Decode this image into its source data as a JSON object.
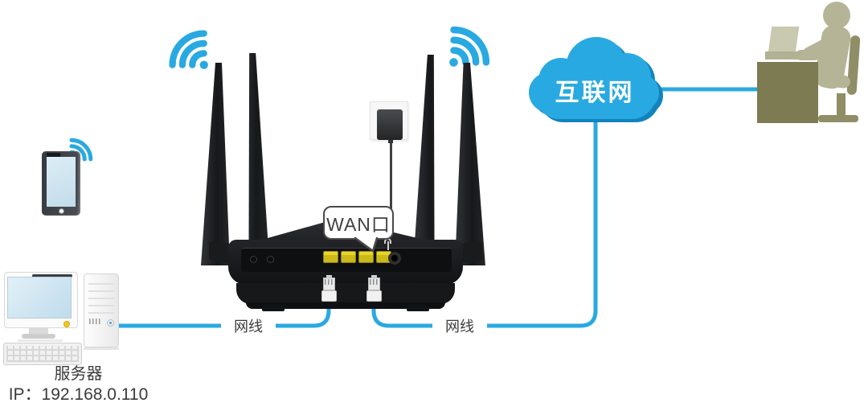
{
  "diagram": {
    "title_none_shown": "",
    "cloud": {
      "label": "互联网",
      "color": "#29a9e1",
      "shadow_color": "#1283bc"
    },
    "callout": {
      "label": "WAN口",
      "border_color": "#4a4a4c",
      "text_color": "#414042"
    },
    "cables": {
      "left_label": "网线",
      "right_label": "网线",
      "color": "#29a9e1"
    },
    "server": {
      "name_label": "服务器",
      "ip_label": "IP：192.168.0.110"
    },
    "colors": {
      "accent_blue": "#29a9e1",
      "router_black": "#1b1c1f",
      "port_yellow": "#cbb91a",
      "person_olive": "#b5b496",
      "desk_olive": "#7c7b52",
      "text_dark": "#3b3b3b",
      "background": "#ffffff"
    },
    "icons": {
      "tablet_wifi": "wifi-signal-icon",
      "router_wifi_left": "wifi-signal-icon",
      "router_wifi_right": "wifi-signal-icon",
      "cloud": "cloud-icon",
      "person_at_desk": "person-at-desk-icon",
      "tablet": "tablet-icon",
      "router": "wireless-router-icon",
      "power_adapter": "power-adapter-icon",
      "ethernet_plug": "rj45-plug-icon",
      "desktop_computer": "desktop-computer-icon",
      "server_tower": "server-tower-icon"
    }
  }
}
